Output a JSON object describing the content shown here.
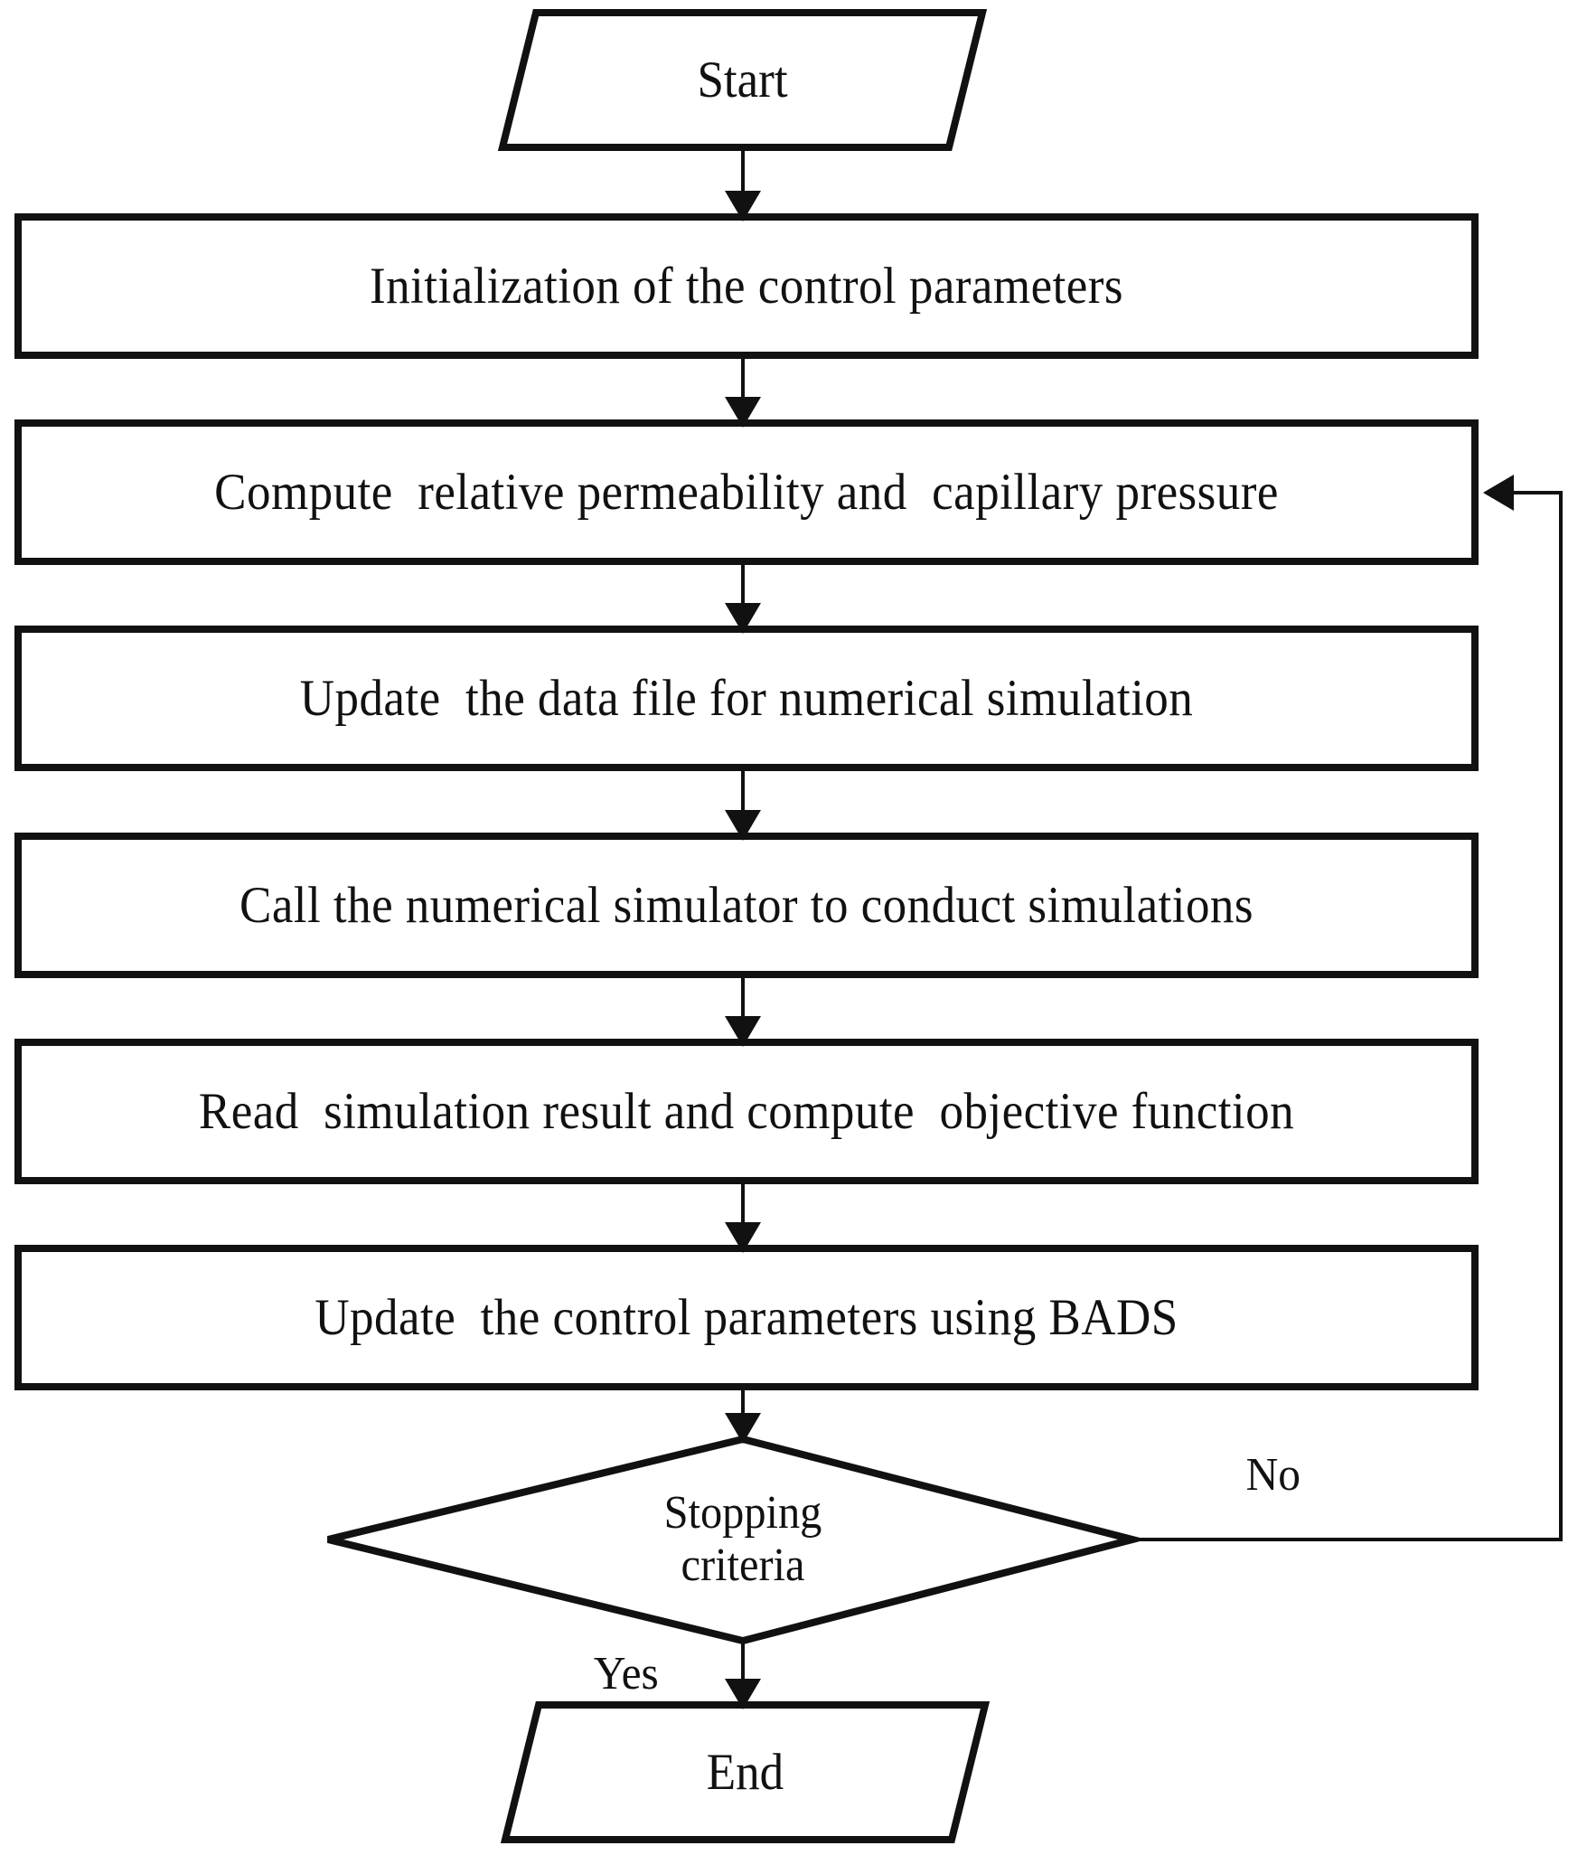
{
  "diagram": {
    "type": "flowchart",
    "orientation": "top-to-bottom",
    "title": "",
    "colors": {
      "stroke": "#111111",
      "fill": "#ffffff",
      "text": "#111111",
      "background": "#ffffff"
    },
    "nodes": [
      {
        "id": "start",
        "shape": "parallelogram",
        "label": "Start"
      },
      {
        "id": "init",
        "shape": "rectangle",
        "label": "Initialization of the control parameters"
      },
      {
        "id": "compute",
        "shape": "rectangle",
        "label": "Compute  relative permeability and  capillary pressure"
      },
      {
        "id": "update",
        "shape": "rectangle",
        "label": "Update  the data file for numerical simulation"
      },
      {
        "id": "call",
        "shape": "rectangle",
        "label": "Call the numerical simulator to conduct simulations"
      },
      {
        "id": "read",
        "shape": "rectangle",
        "label": "Read  simulation result and compute  objective function"
      },
      {
        "id": "bads",
        "shape": "rectangle",
        "label": "Update  the control parameters using BADS"
      },
      {
        "id": "decision",
        "shape": "diamond",
        "label_line1": "Stopping",
        "label_line2": "criteria"
      },
      {
        "id": "end",
        "shape": "parallelogram",
        "label": "End"
      }
    ],
    "edges": [
      {
        "from": "start",
        "to": "init",
        "label": ""
      },
      {
        "from": "init",
        "to": "compute",
        "label": ""
      },
      {
        "from": "compute",
        "to": "update",
        "label": ""
      },
      {
        "from": "update",
        "to": "call",
        "label": ""
      },
      {
        "from": "call",
        "to": "read",
        "label": ""
      },
      {
        "from": "read",
        "to": "bads",
        "label": ""
      },
      {
        "from": "bads",
        "to": "decision",
        "label": ""
      },
      {
        "from": "decision",
        "to": "end",
        "label": "Yes"
      },
      {
        "from": "decision",
        "to": "compute",
        "label": "No"
      }
    ],
    "edge_labels": {
      "yes": "Yes",
      "no": "No"
    }
  }
}
